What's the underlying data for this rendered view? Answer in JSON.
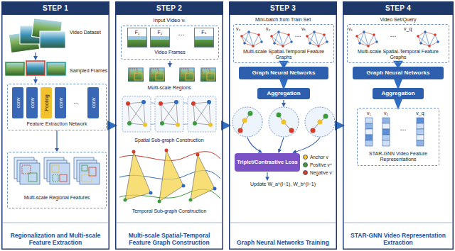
{
  "diagram": {
    "nodes": [
      {
        "text": [
          "STEP 1",
          "Regionalization and Multi-scale Feature Extraction"
        ]
      },
      {
        "text": [
          "Feature Extraction Network"
        ],
        "in": 0
      },
      {
        "text": [
          "conv"
        ],
        "in": 1
      },
      {
        "text": [
          "conv"
        ],
        "in": 1
      },
      {
        "text": [
          "Pooling"
        ],
        "in": 1
      },
      {
        "text": [
          "conv"
        ],
        "in": 1
      },
      {
        "text": [
          "conv"
        ],
        "in": 1
      },
      {
        "text": [
          "Multi-scale Regional Features"
        ],
        "in": 0
      },
      {
        "text": [
          "STEP 2",
          "Multi-scale Spatial-Temporal Feature Graph Construction"
        ]
      },
      {
        "text": [
          "Video Frames"
        ],
        "in": 8
      },
      {
        "text": [
          "F₁"
        ],
        "in": 9
      },
      {
        "text": [
          "F₂"
        ],
        "in": 9
      },
      {
        "text": [
          "Fₖ"
        ],
        "in": 9
      },
      {
        "text": [
          "STEP 3",
          "Graph Neural Networks Training"
        ]
      },
      {
        "text": [
          "Multi-scale Spatial-Temporal Feature Graphs"
        ],
        "in": 13
      },
      {
        "text": [
          "Graph Neural Networks"
        ],
        "in": 13
      },
      {
        "text": [
          "Aggregation"
        ],
        "in": 13
      },
      {
        "text": [
          "Triplet/Contrastive Loss"
        ],
        "in": 13
      },
      {
        "text": [
          "STEP 4",
          "STAR-GNN Video Representation Extraction"
        ]
      },
      {
        "text": [
          "Multi-scale Spatial-Temporal Feature Graphs"
        ],
        "in": 18
      },
      {
        "text": [
          "Graph Neural Networks"
        ],
        "in": 18
      },
      {
        "text": [
          "Aggregation"
        ],
        "in": 18
      },
      {
        "text": [
          "STAR-GNN Video Feature Representations"
        ],
        "in": 18
      }
    ],
    "edges": [
      {
        "from": 0,
        "to": 8,
        "arrow": "to"
      },
      {
        "from": 8,
        "to": 13,
        "arrow": "to"
      },
      {
        "from": 13,
        "to": 18,
        "arrow": "to"
      },
      {
        "from": 1,
        "to": 7,
        "arrow": "to"
      },
      {
        "from": 14,
        "to": 15,
        "arrow": "to"
      },
      {
        "from": 15,
        "to": 16,
        "arrow": "to"
      },
      {
        "from": 19,
        "to": 20,
        "arrow": "to"
      },
      {
        "from": 20,
        "to": 21,
        "arrow": "to"
      },
      {
        "from": 21,
        "to": 22,
        "arrow": "to"
      }
    ],
    "labels": [
      "Video Dataset",
      "Sampled Frames",
      "...",
      "Input Video vᵢ",
      "⋯",
      "Multi-scale Regions",
      "Spatial Sub-graph Construction",
      "Temporal Sub-graph Construction",
      "Mini-batch from Train Set",
      "v₁",
      "v₂",
      "⋯",
      "vₖ",
      "Update W_a^(l−1), W_b^(l−1)",
      "Video Set/Query",
      "v₁",
      "⋯",
      "v_q",
      "v₁",
      "v₂",
      "⋯",
      "v_q"
    ],
    "legend": [
      {
        "text": "Anchor v",
        "color": "#f2c12e"
      },
      {
        "text": "Positive v⁺",
        "color": "#3a9a3a"
      },
      {
        "text": "Negative v⁻",
        "color": "#d33b2b"
      }
    ]
  }
}
